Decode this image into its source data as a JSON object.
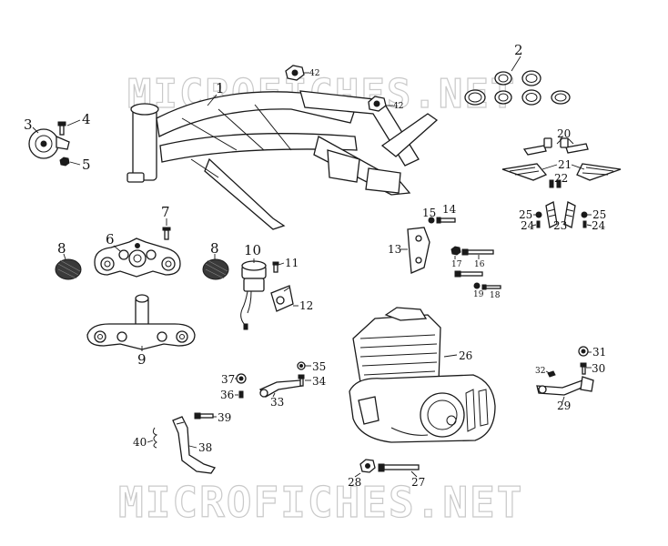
{
  "watermark": {
    "text": "MICROFICHES.NET"
  },
  "callouts": [
    "1",
    "2",
    "3",
    "4",
    "5",
    "6",
    "7",
    "8",
    "9",
    "10",
    "11",
    "12",
    "13",
    "14",
    "15",
    "16",
    "17",
    "18",
    "19",
    "20",
    "21",
    "22",
    "23",
    "24",
    "25",
    "26",
    "27",
    "28",
    "29",
    "30",
    "31",
    "32",
    "33",
    "34",
    "35",
    "36",
    "37",
    "38",
    "39",
    "40",
    "42"
  ]
}
